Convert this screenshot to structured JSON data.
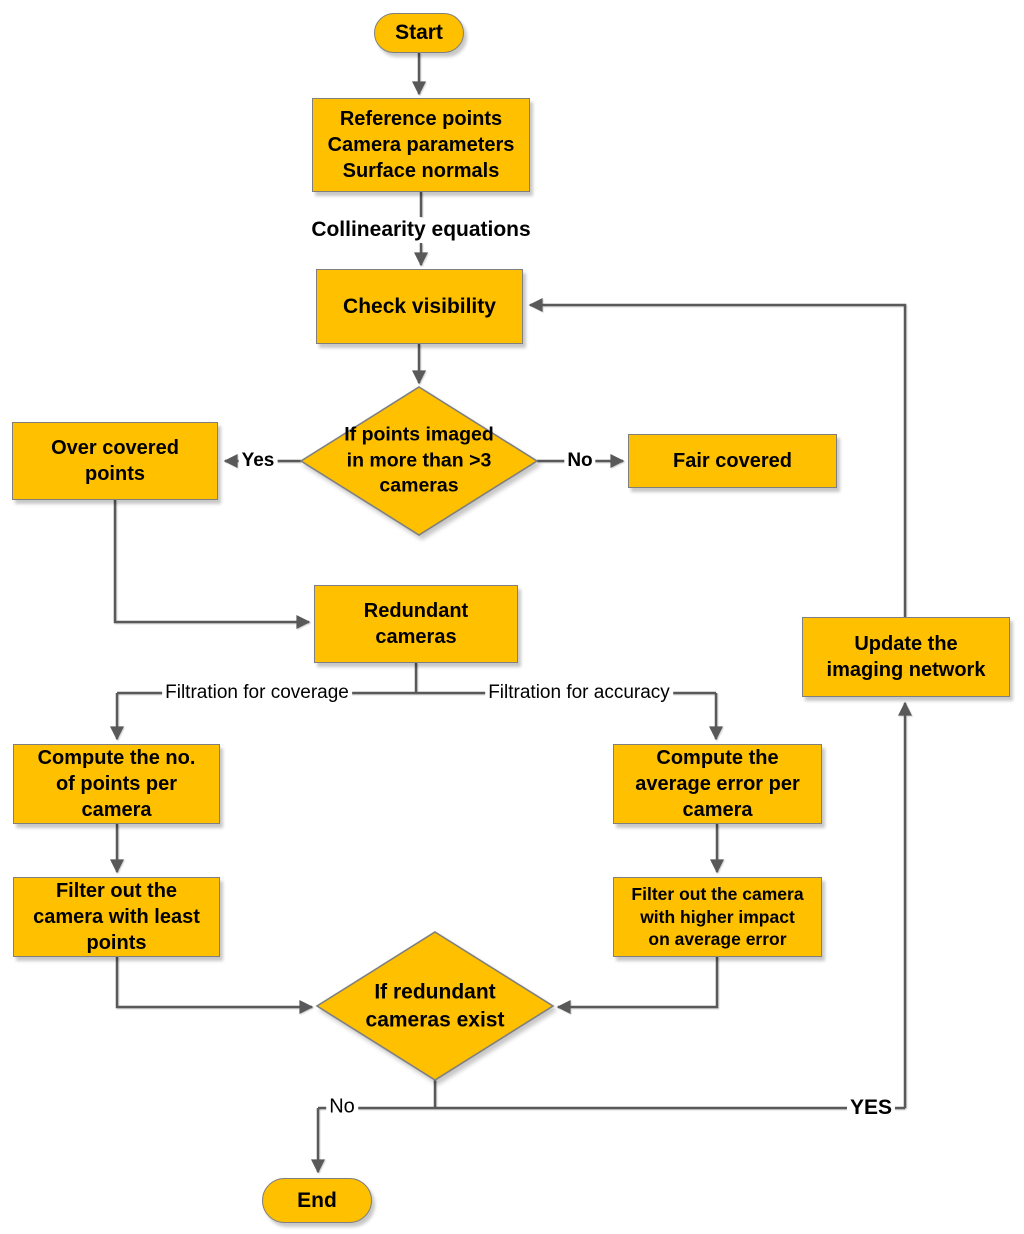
{
  "colors": {
    "shape_fill": "#FFC000",
    "shape_border": "#7F7F7F",
    "connector": "#595959",
    "text": "#000000"
  },
  "nodes": {
    "start": "Start",
    "inputs": "Reference points\nCamera parameters\nSurface normals",
    "check_visibility": "Check visibility",
    "decision_coverage": "If points imaged\nin more than >3\ncameras",
    "over_covered": "Over covered\npoints",
    "fair_covered": "Fair covered",
    "redundant_cameras": "Redundant\ncameras",
    "compute_points": "Compute the no.\nof points per\ncamera",
    "filter_least_points": "Filter out the\ncamera with least\npoints",
    "compute_error": "Compute the\naverage error per\ncamera",
    "filter_higher_impact": "Filter out the camera\nwith higher impact\non average error",
    "decision_redundant": "If redundant\ncameras exist",
    "update_network": "Update the\nimaging network",
    "end": "End"
  },
  "edge_labels": {
    "collinearity": "Collinearity equations",
    "yes_top": "Yes",
    "no_top": "No",
    "filtration_coverage": "Filtration for coverage",
    "filtration_accuracy": "Filtration for accuracy",
    "no_bottom": "No",
    "yes_bottom": "YES"
  }
}
